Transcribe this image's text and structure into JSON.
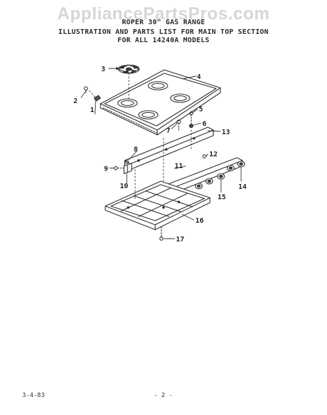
{
  "watermark": "AppliancePartsPros.com",
  "header": {
    "line1": "ROPER 30\" GAS RANGE",
    "line2": "ILLUSTRATION AND PARTS LIST FOR MAIN TOP SECTION",
    "line3": "FOR ALL 14240A MODELS"
  },
  "callouts": [
    "1",
    "2",
    "3",
    "4",
    "5",
    "6",
    "7",
    "8",
    "9",
    "10",
    "11",
    "12",
    "13",
    "14",
    "15",
    "16",
    "17"
  ],
  "footer": {
    "date": "3-4-83",
    "page": "- 2 -"
  }
}
